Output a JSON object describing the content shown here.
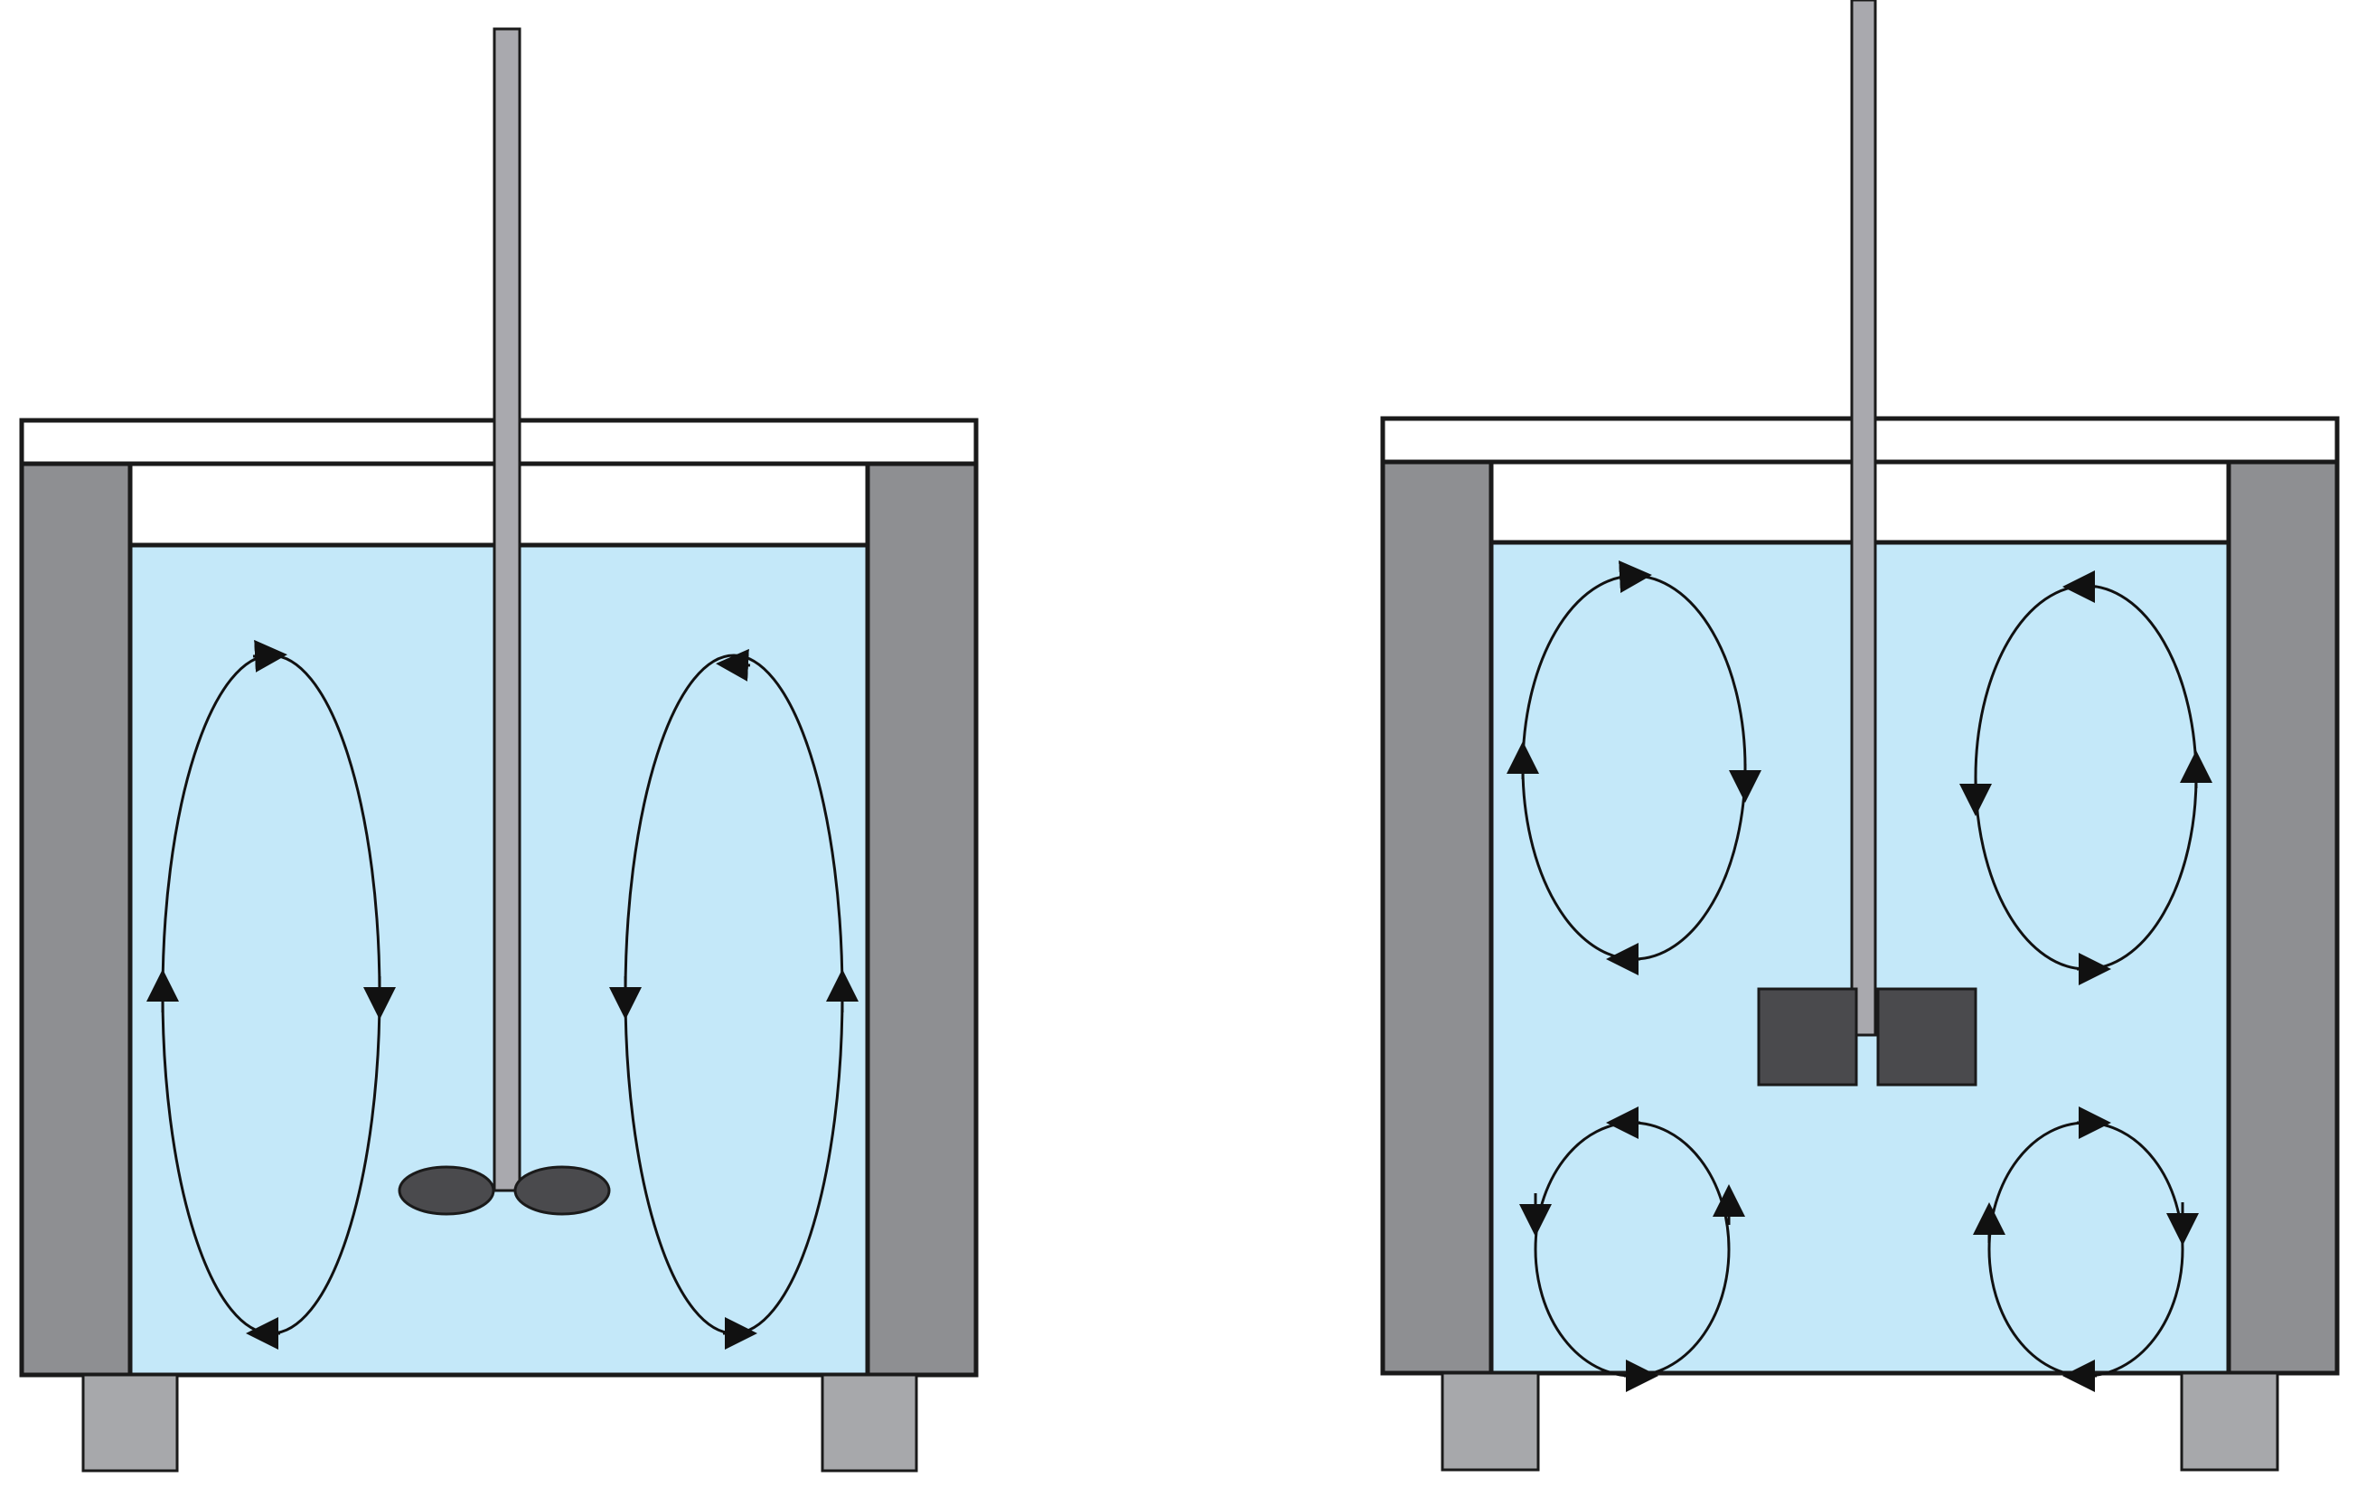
{
  "colors": {
    "liquid": "#c4e8f9",
    "baffle": "#8e8f92",
    "leg": "#a7a8ab",
    "shaft": "#a9a9ae",
    "impeller": "#4a4a4d",
    "rim": "#ffffff",
    "arrow": "#111111"
  },
  "diagrams": [
    {
      "impeller_type": "axial-flow propeller",
      "flow_loops": 2,
      "flow_pattern": "axial"
    },
    {
      "impeller_type": "radial-flow flat-blade turbine",
      "flow_loops": 4,
      "flow_pattern": "radial"
    }
  ]
}
